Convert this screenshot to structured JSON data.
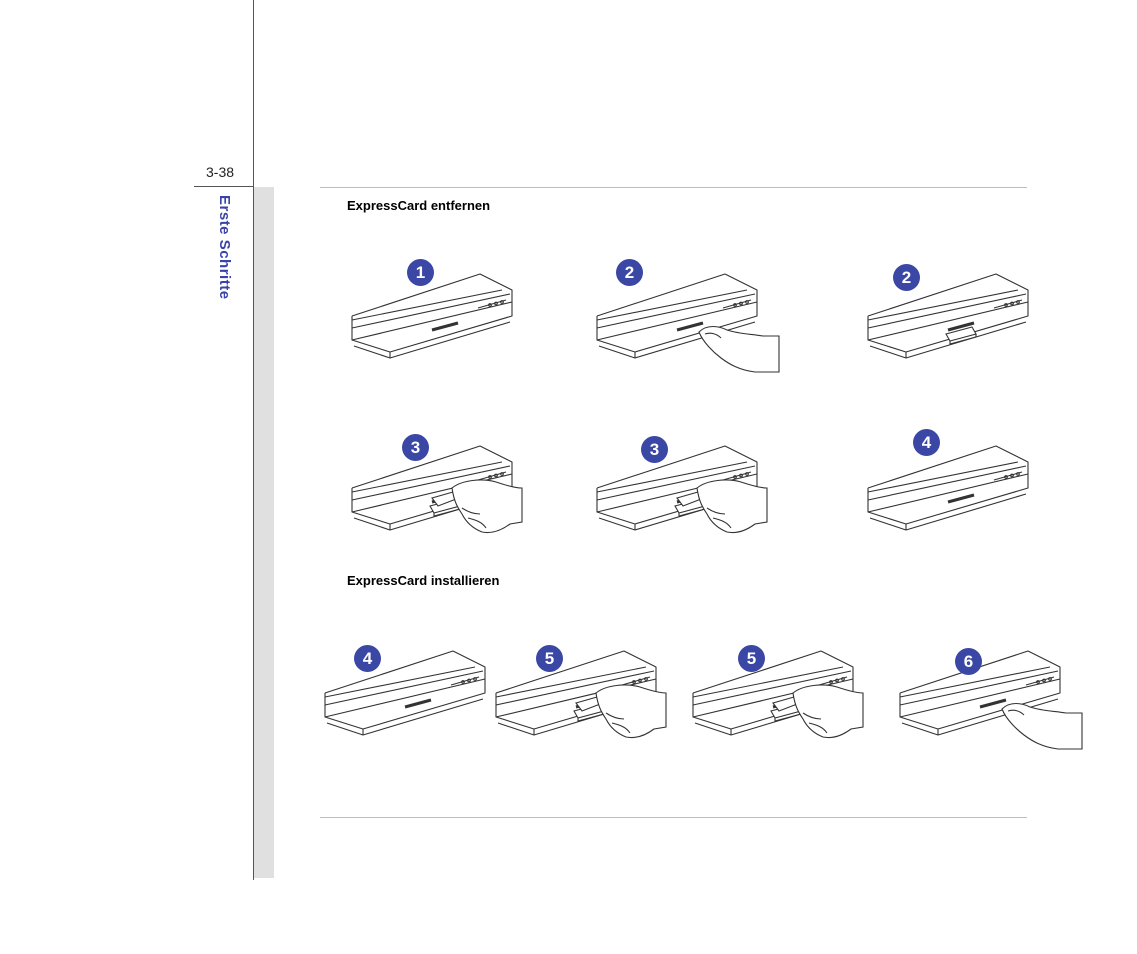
{
  "page": {
    "page_number": "3-38",
    "chapter_title": "Erste Schritte"
  },
  "sections": [
    {
      "heading": "ExpressCard entfernen",
      "steps": [
        {
          "number": "1",
          "illustration": "card-inserted"
        },
        {
          "number": "2",
          "illustration": "finger-push"
        },
        {
          "number": "2",
          "illustration": "card-ejected"
        },
        {
          "number": "3",
          "illustration": "hand-pull"
        },
        {
          "number": "3",
          "illustration": "hand-pull"
        },
        {
          "number": "4",
          "illustration": "slot-empty"
        }
      ]
    },
    {
      "heading": "ExpressCard installieren",
      "steps": [
        {
          "number": "4",
          "illustration": "slot-empty"
        },
        {
          "number": "5",
          "illustration": "hand-insert"
        },
        {
          "number": "5",
          "illustration": "hand-insert"
        },
        {
          "number": "6",
          "illustration": "finger-push"
        }
      ]
    }
  ],
  "colors": {
    "accent": "#3b47a5",
    "line_art": "#333333",
    "band": "#e0e0e0"
  }
}
